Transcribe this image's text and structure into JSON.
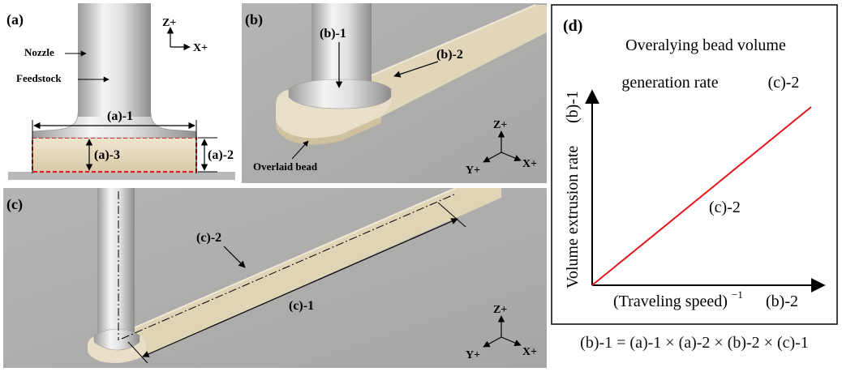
{
  "panels": {
    "a": {
      "label": "(a)",
      "nozzle": "Nozzle",
      "feedstock": "Feedstock",
      "dim_width": "(a)-1",
      "dim_height": "(a)-2",
      "cross_section": "(a)-3",
      "axis_z": "Z+",
      "axis_x": "X+"
    },
    "b": {
      "label": "(b)",
      "feedstock_tag": "(b)-1",
      "bead_width_tag": "(b)-2",
      "overlaid_bead": "Overlaid bead",
      "axis_z": "Z+",
      "axis_x": "X+",
      "axis_y": "Y+"
    },
    "c": {
      "label": "(c)",
      "bead_tag": "(c)-2",
      "length_tag": "(c)-1",
      "axis_z": "Z+",
      "axis_x": "X+",
      "axis_y": "Y+"
    },
    "d": {
      "label": "(d)",
      "title_line1": "Overalying bead volume",
      "title_line2": "generation rate",
      "title_tag": "(c)-2",
      "ylabel": "Volume extrusion rate",
      "ylabel_tag": "(b)-1",
      "xlabel": "(Traveling speed)",
      "xlabel_exp": "−1",
      "xlabel_tag": "(b)-2",
      "line_label": "(c)-2",
      "line_color": "#e8141c"
    }
  },
  "formula": "(b)-1 = (a)-1 × (a)-2 × (b)-2 × (c)-1"
}
